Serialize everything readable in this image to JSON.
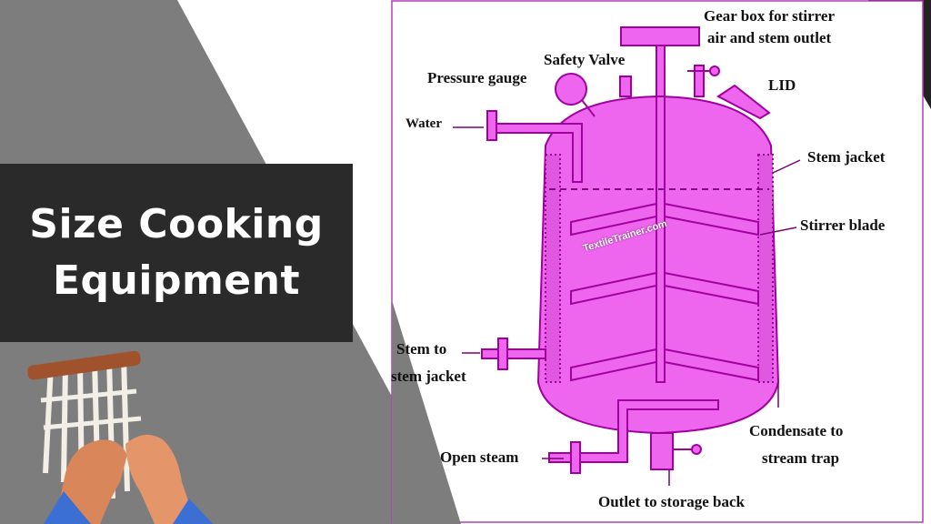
{
  "colors": {
    "left_panel": "#7d7d7d",
    "title_bg": "#2a2a2a",
    "vessel_fill": "#ee66ee",
    "vessel_stroke": "#a000a0",
    "corner_dark": "#232323"
  },
  "title": {
    "line1": "Size Cooking",
    "line2": "Equipment"
  },
  "diagram": {
    "labels": {
      "gear_box_1": "Gear box for stirrer",
      "gear_box_2": "air and stem outlet",
      "safety_valve": "Safety Valve",
      "pressure_gauge": "Pressure gauge",
      "lid": "LID",
      "water": "Water",
      "stem_jacket": "Stem jacket",
      "stirrer_blade": "Stirrer blade",
      "stem_to_1": "Stem to",
      "stem_to_2": "stem jacket",
      "condensate_1": "Condensate to",
      "condensate_2": "stream trap",
      "open_steam": "Open steam",
      "outlet": "Outlet to storage back"
    },
    "watermark": "TextileTrainer.com"
  },
  "icons": {
    "weaving_hands": "hands-weaving-illustration-icon"
  }
}
